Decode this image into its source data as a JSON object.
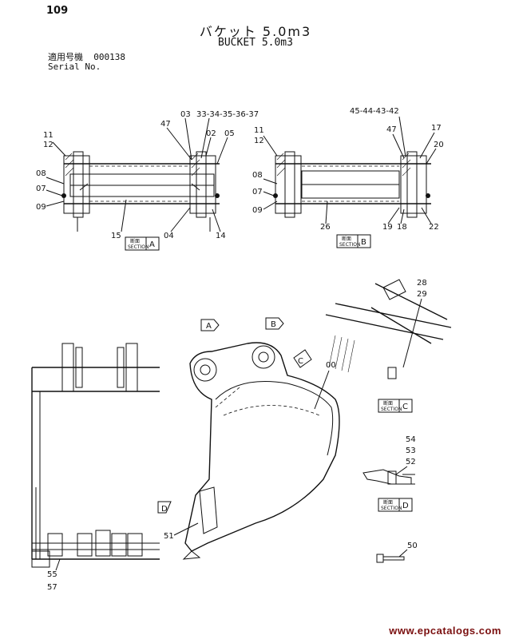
{
  "page_number": "109",
  "title_jp": "バケット 5.0m3",
  "title_en": "BUCKET 5.0m3",
  "serial_label_jp": "適用号機",
  "serial_value": "000138",
  "serial_label_en": "Serial No.",
  "watermark": "www.epcatalogs.com",
  "section_a": {
    "caption_jp": "断面",
    "caption_en": "SECTION",
    "letter": "A",
    "callouts": [
      "11",
      "12",
      "08",
      "07",
      "09",
      "47",
      "03",
      "33-34-35-36-37",
      "02",
      "05",
      "15",
      "04",
      "14"
    ]
  },
  "section_b": {
    "caption_jp": "断面",
    "caption_en": "SECTION",
    "letter": "B",
    "callouts": [
      "45-44-43-42",
      "11",
      "12",
      "08",
      "07",
      "09",
      "47",
      "17",
      "20",
      "26",
      "19",
      "18",
      "22"
    ]
  },
  "section_c": {
    "caption_jp": "断面",
    "caption_en": "SECTION",
    "letter": "C"
  },
  "section_d": {
    "caption_jp": "断面",
    "caption_en": "SECTION",
    "letter": "D"
  },
  "main_view": {
    "view_markers": [
      "A",
      "B",
      "C",
      "D"
    ],
    "callouts": [
      "28",
      "29",
      "00",
      "54",
      "53",
      "52",
      "51",
      "50",
      "55",
      "57"
    ]
  }
}
